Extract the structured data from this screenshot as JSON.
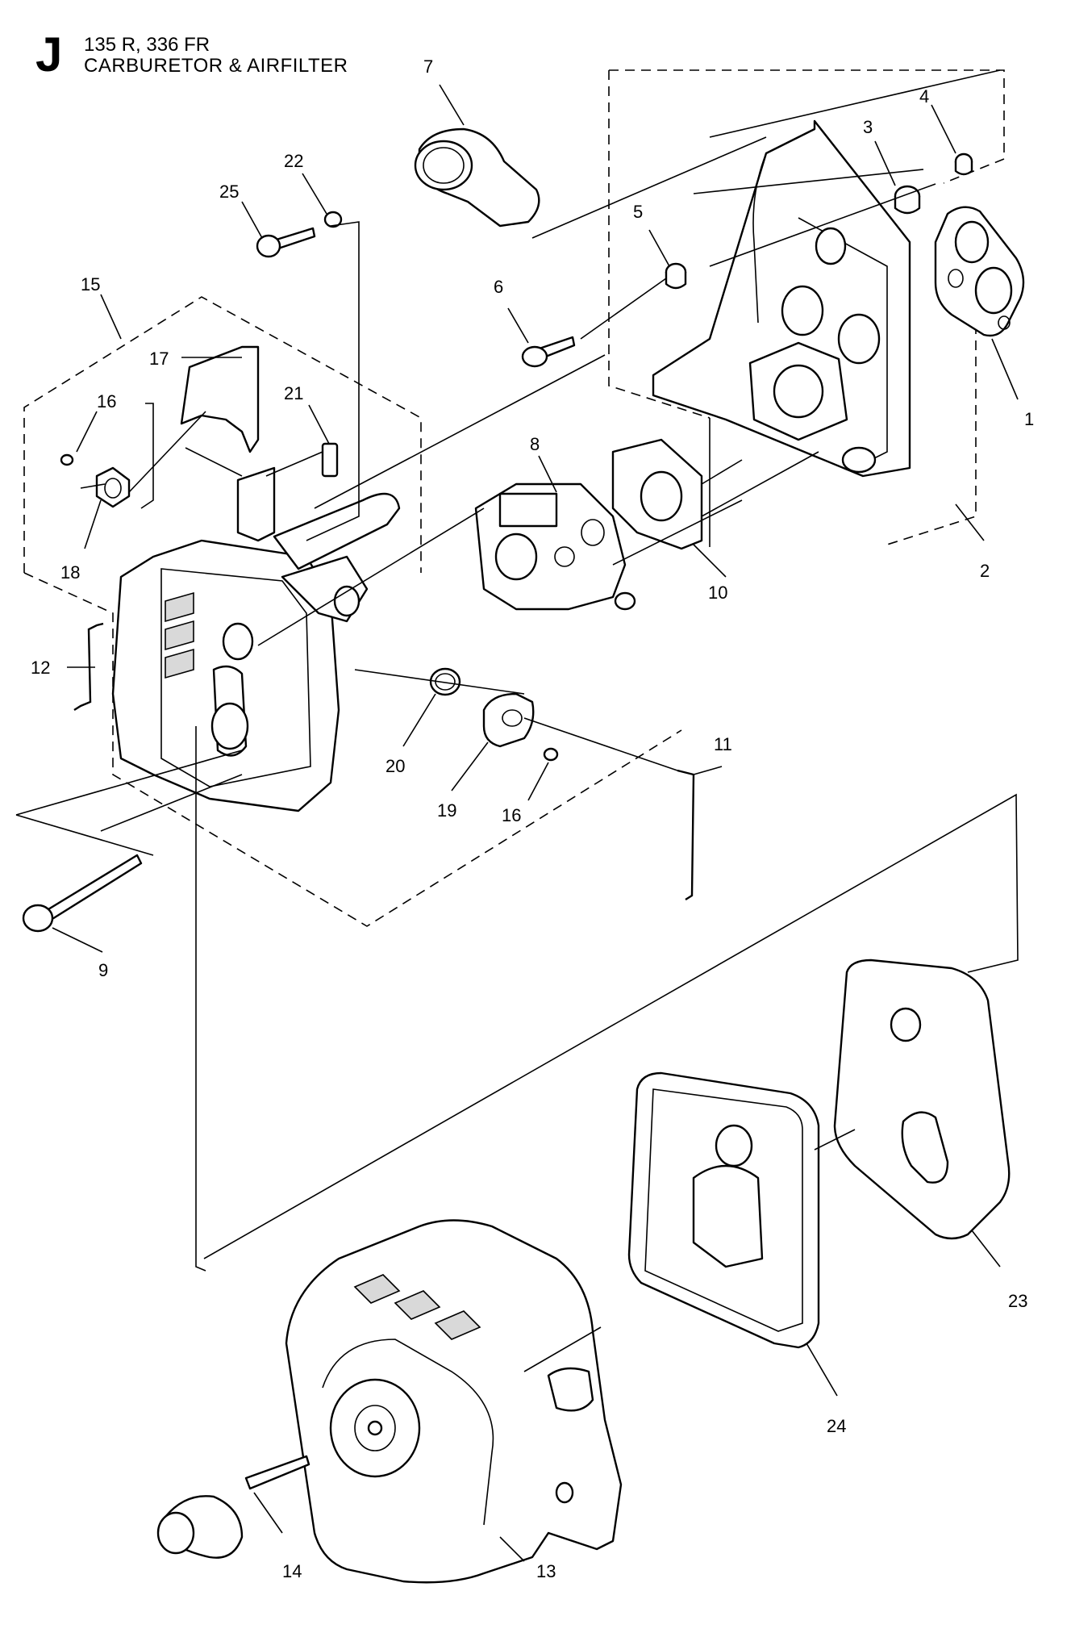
{
  "header": {
    "section_letter": "J",
    "model": "135 R, 336 FR",
    "title": "CARBURETOR & AIRFILTER"
  },
  "callouts": [
    "1",
    "2",
    "3",
    "4",
    "5",
    "6",
    "7",
    "8",
    "9",
    "10",
    "11",
    "12",
    "13",
    "14",
    "15",
    "16",
    "16",
    "17",
    "18",
    "19",
    "20",
    "21",
    "22",
    "23",
    "24",
    "25"
  ]
}
